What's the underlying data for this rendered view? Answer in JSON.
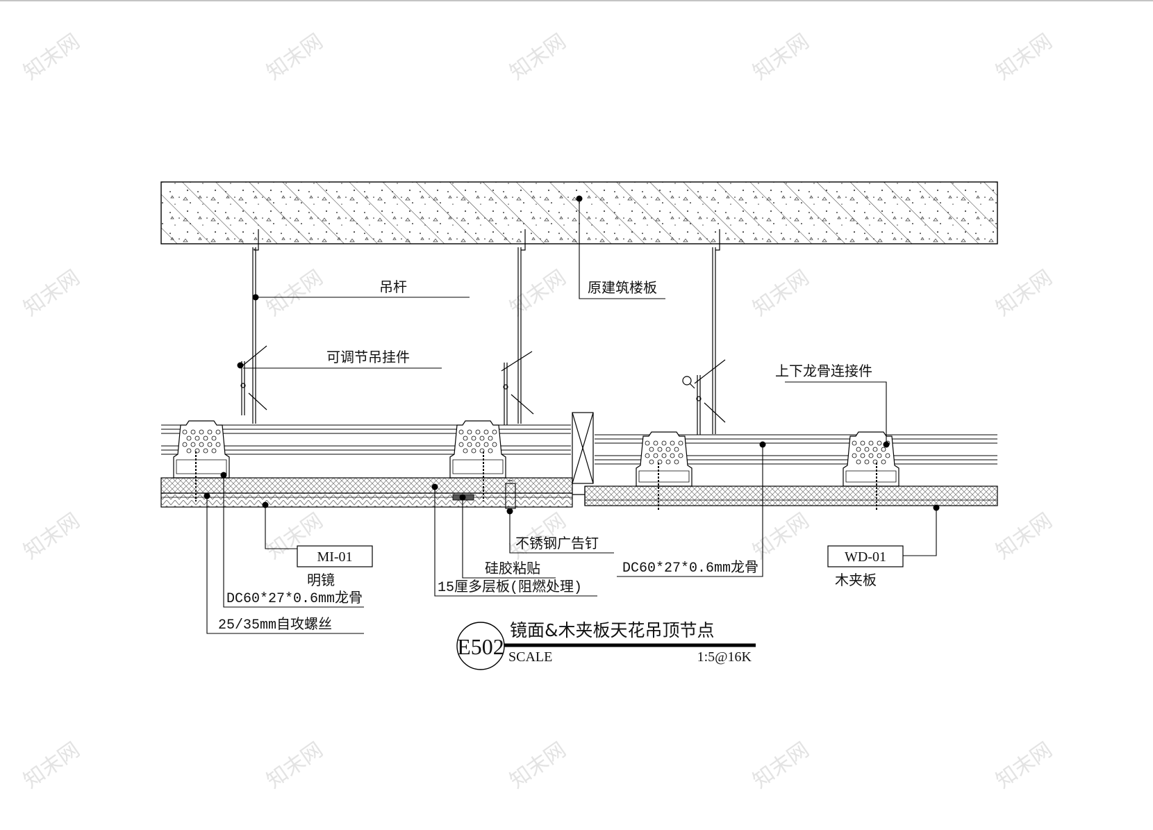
{
  "watermark": "知末网",
  "labels": {
    "hanger_rod": "吊杆",
    "original_slab": "原建筑楼板",
    "adjustable_hanger": "可调节吊挂件",
    "keel_connector": "上下龙骨连接件",
    "mirror_code": "MI-01",
    "mirror_name": "明镜",
    "keel_left": "DC60*27*0.6mm龙骨",
    "screw": "25/35mm自攻螺丝",
    "ad_nail": "不锈钢广告钉",
    "silicone": "硅胶粘贴",
    "plywood_15": "15厘多层板(阻燃处理)",
    "keel_right": "DC60*27*0.6mm龙骨",
    "wood_code": "WD-01",
    "wood_name": "木夹板"
  },
  "title_block": {
    "number": "E502",
    "title": "镜面&木夹板天花吊顶节点",
    "scale_label": "SCALE",
    "scale_value": "1:5@16K"
  }
}
